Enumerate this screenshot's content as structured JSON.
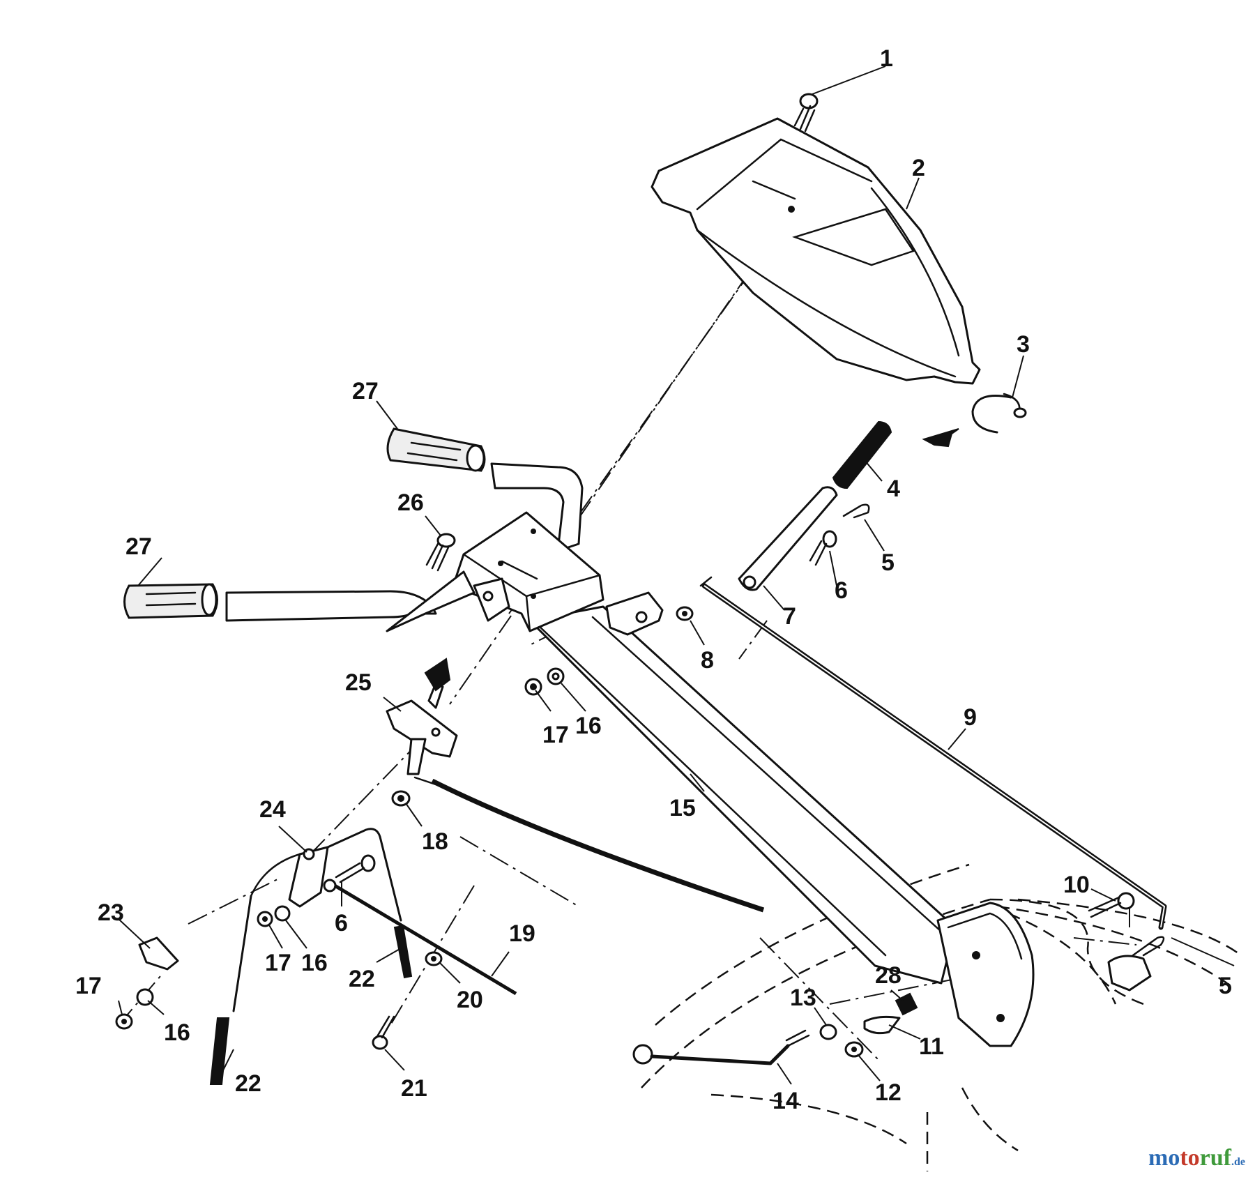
{
  "labels": [
    "1",
    "2",
    "3",
    "4",
    "5",
    "5",
    "6",
    "6",
    "7",
    "8",
    "9",
    "10",
    "11",
    "12",
    "13",
    "14",
    "15",
    "16",
    "16",
    "16",
    "17",
    "17",
    "17",
    "18",
    "19",
    "20",
    "21",
    "22",
    "22",
    "23",
    "24",
    "25",
    "26",
    "27",
    "27",
    "28"
  ],
  "watermark": {
    "part1": "mo",
    "part2": "to",
    "part3": "ruf",
    "part4": ".de"
  },
  "colors": {
    "line": "#111111",
    "background": "#ffffff"
  }
}
